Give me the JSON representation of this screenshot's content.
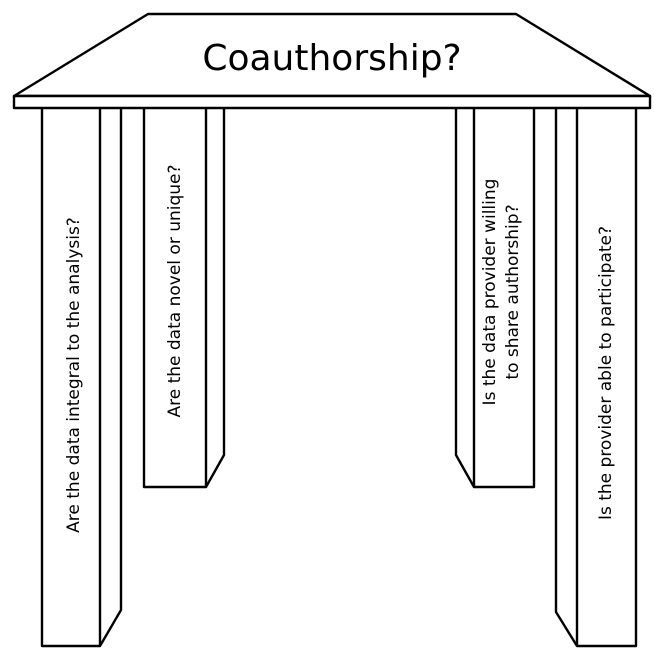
{
  "title": "Coauthorship?",
  "pillars": [
    {
      "id": "front-left",
      "lines": [
        "Are the data integral to the analysis?"
      ]
    },
    {
      "id": "back-left",
      "lines": [
        "Are the data novel or unique?"
      ]
    },
    {
      "id": "back-right",
      "lines": [
        "Is the data provider willing",
        "to share authorship?"
      ]
    },
    {
      "id": "front-right",
      "lines": [
        "Is the provider able to participate?"
      ]
    }
  ],
  "colors": {
    "ink": "#000000",
    "paper": "#ffffff"
  }
}
